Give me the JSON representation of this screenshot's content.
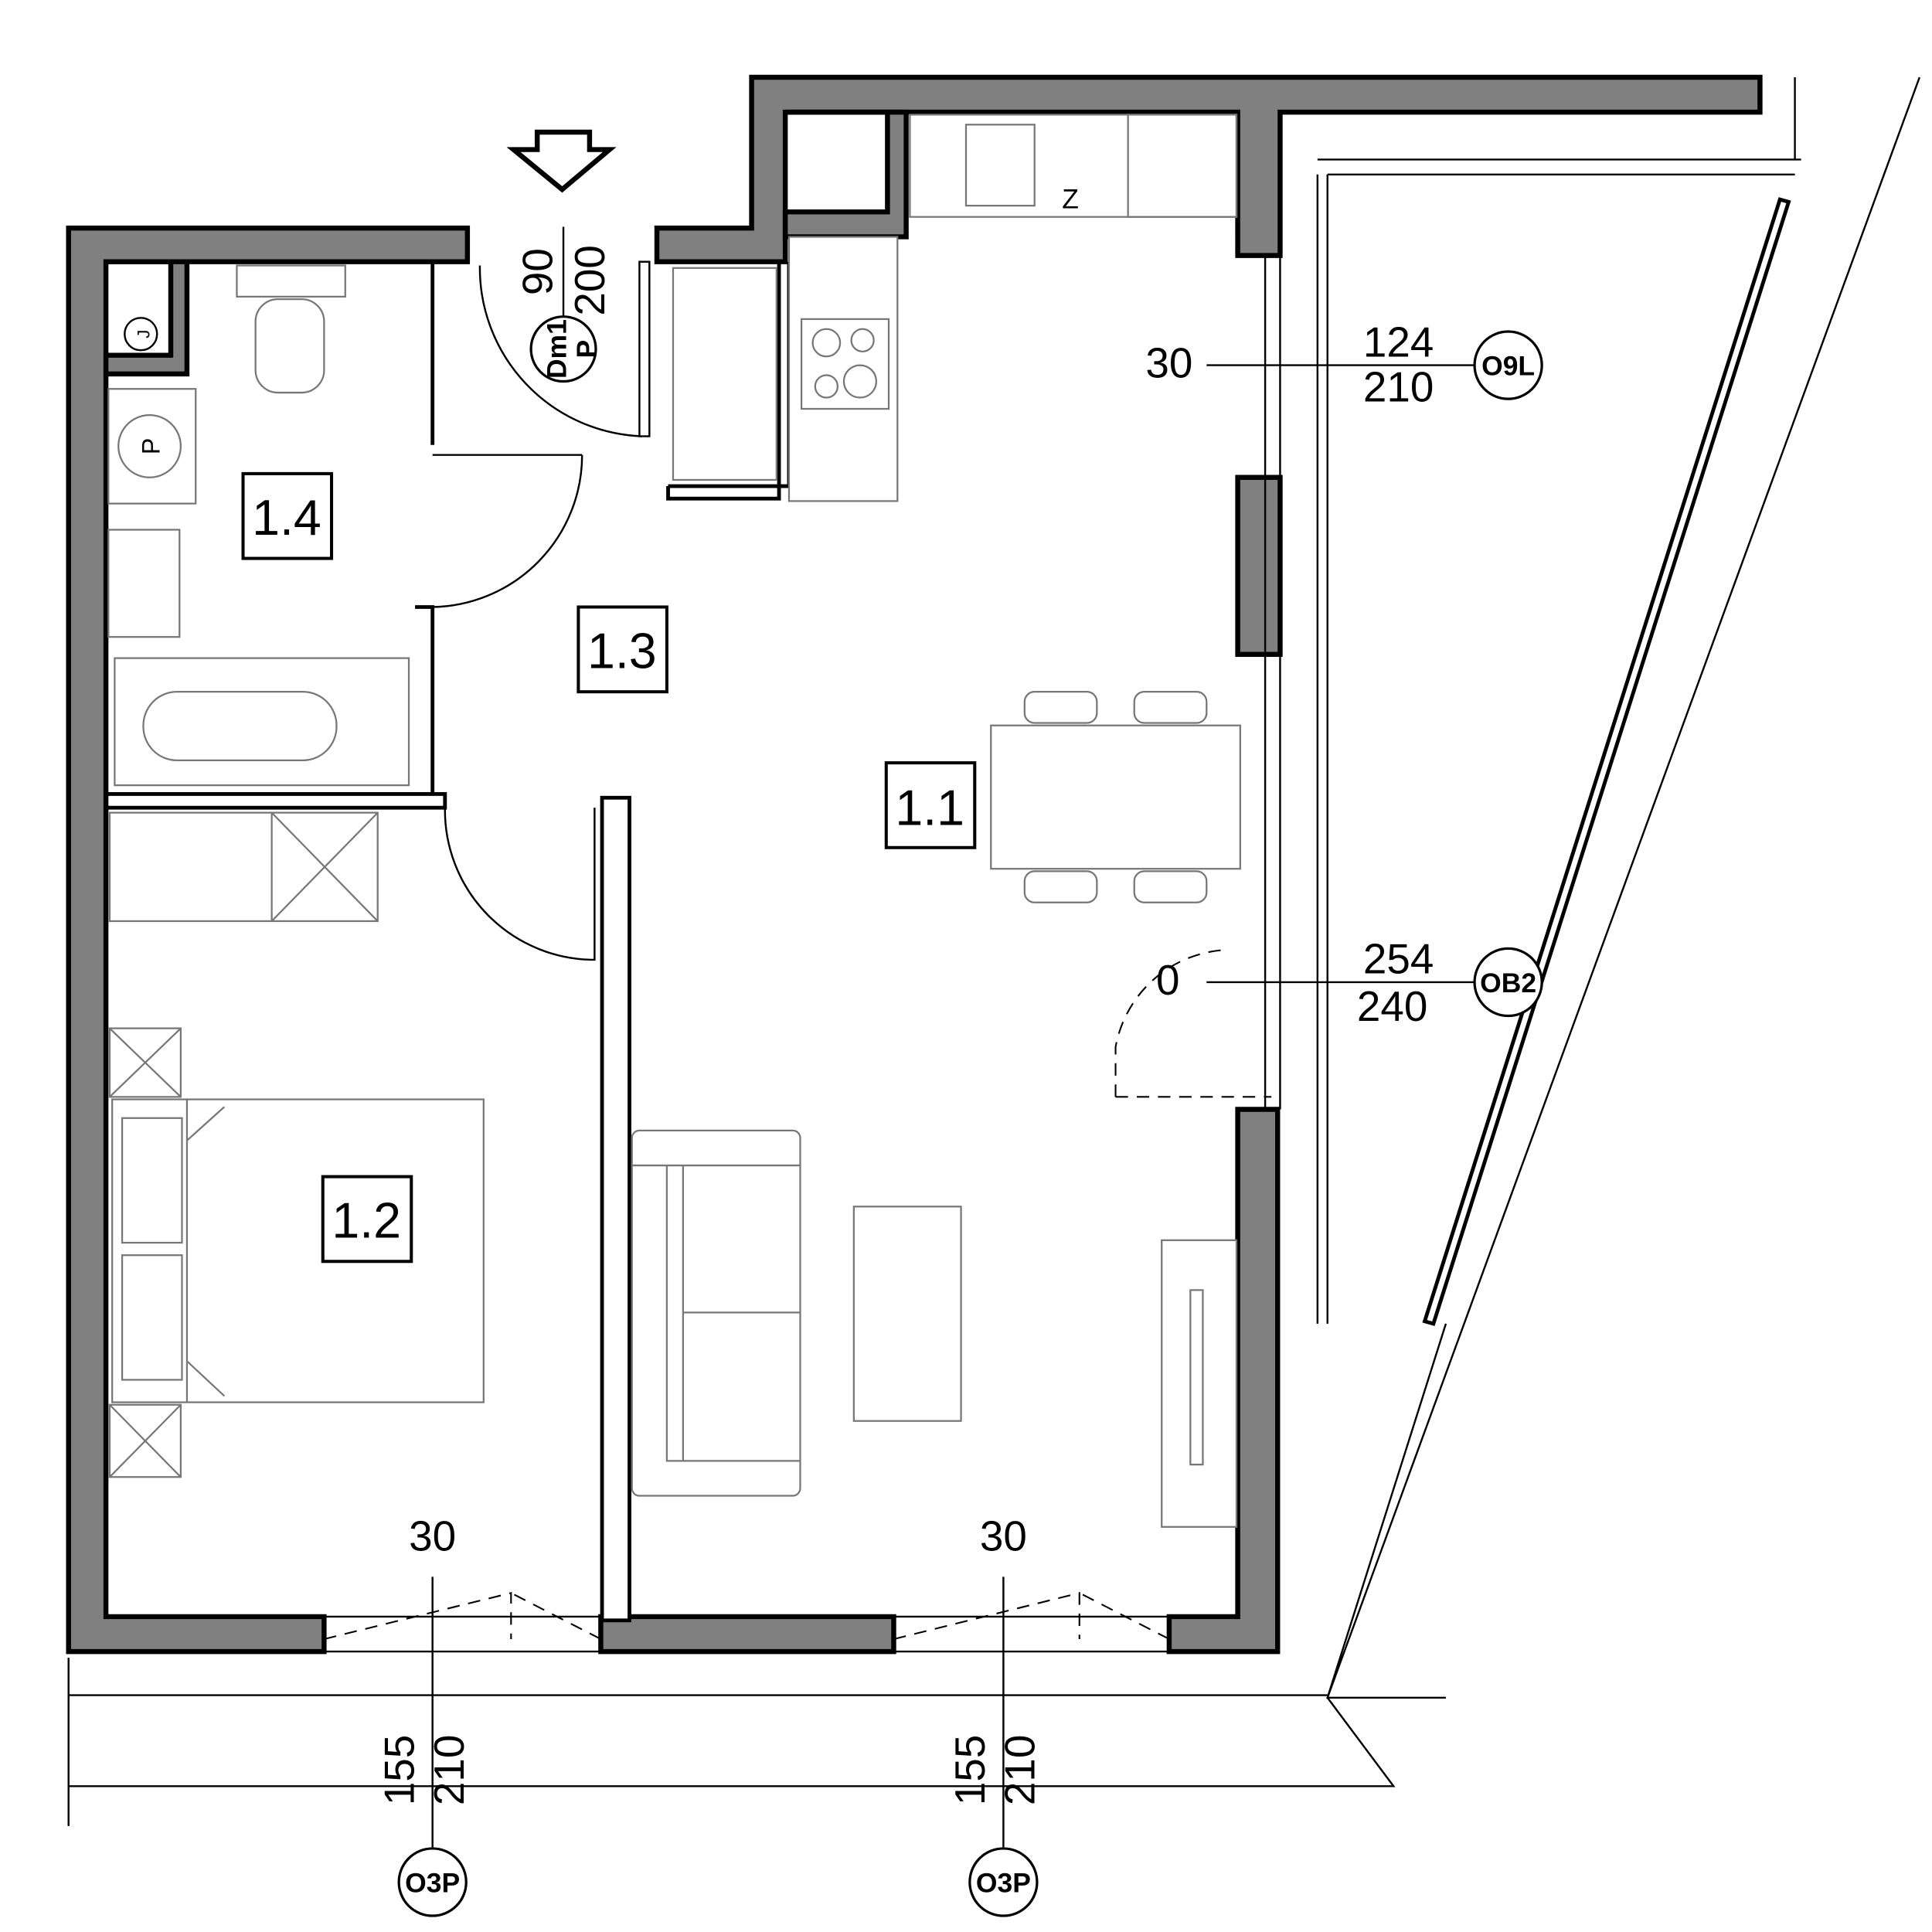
{
  "rooms": [
    {
      "id": "1.1"
    },
    {
      "id": "1.2"
    },
    {
      "id": "1.3"
    },
    {
      "id": "1.4"
    }
  ],
  "entrance_door": {
    "type": "Dm1",
    "side": "P",
    "width": "90",
    "height": "200"
  },
  "windows": {
    "o9l": {
      "code": "O9L",
      "sill": "30",
      "width": "124",
      "height": "210"
    },
    "ob2": {
      "code": "OB2",
      "sill": "0",
      "width": "254",
      "height": "240"
    },
    "o3p_left": {
      "code": "O3P",
      "sill": "30",
      "width": "155",
      "height": "210"
    },
    "o3p_right": {
      "code": "O3P",
      "sill": "30",
      "width": "155",
      "height": "210"
    }
  },
  "fixtures": {
    "washer_label": "P",
    "fridge_label": "Z",
    "boiler_label": "J"
  },
  "colors": {
    "wall": "#808080",
    "furniture": "#777777"
  }
}
